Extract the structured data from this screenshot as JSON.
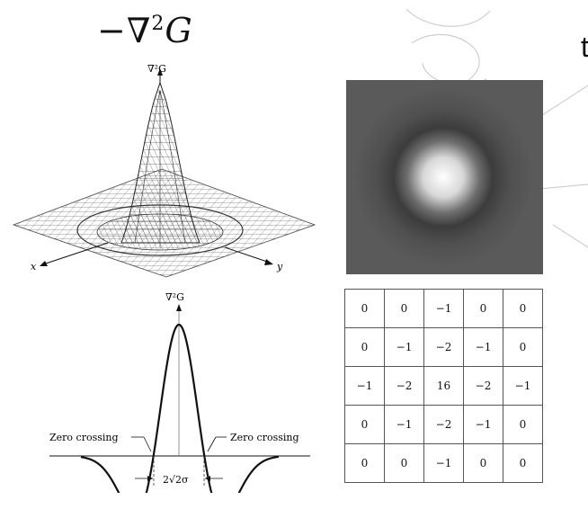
{
  "title": {
    "prefix": "−∇",
    "sup": "2",
    "var": "G"
  },
  "right_edge_letter": "t",
  "surface_plot": {
    "z_label": "∇²G",
    "x_label": "x",
    "y_label": "y"
  },
  "profile_plot": {
    "y_label": "∇²G",
    "left_annotation": "Zero crossing",
    "right_annotation": "Zero crossing",
    "width_label": "2√2σ"
  },
  "image_panel": {
    "background": "#5a5a5a",
    "center_color": "#ffffff",
    "ring_color": "#3c3c3c"
  },
  "kernel": {
    "rows": [
      [
        "0",
        "0",
        "−1",
        "0",
        "0"
      ],
      [
        "0",
        "−1",
        "−2",
        "−1",
        "0"
      ],
      [
        "−1",
        "−2",
        "16",
        "−2",
        "−1"
      ],
      [
        "0",
        "−1",
        "−2",
        "−1",
        "0"
      ],
      [
        "0",
        "0",
        "−1",
        "0",
        "0"
      ]
    ]
  }
}
